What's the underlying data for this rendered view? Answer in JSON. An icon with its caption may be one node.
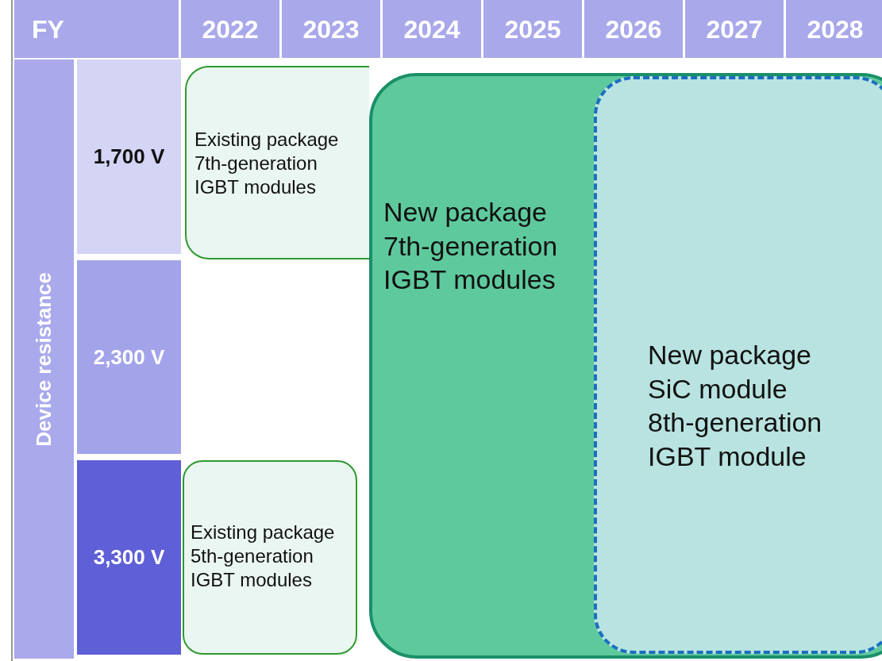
{
  "diagram": {
    "nodes": [
      {
        "text": [
          "FY"
        ]
      },
      {
        "text": [
          "2022"
        ]
      },
      {
        "text": [
          "2023"
        ]
      },
      {
        "text": [
          "2024"
        ]
      },
      {
        "text": [
          "2025"
        ]
      },
      {
        "text": [
          "2026"
        ]
      },
      {
        "text": [
          "2027"
        ]
      },
      {
        "text": [
          "2028"
        ]
      },
      {
        "text": [
          "Device resistance"
        ]
      },
      {
        "text": [
          "1,700 V"
        ]
      },
      {
        "text": [
          "2,300 V"
        ]
      },
      {
        "text": [
          "3,300 V"
        ]
      },
      {
        "text": [
          "Existing package",
          "7th-generation IGBT modules"
        ]
      },
      {
        "text": [
          "New package",
          "7th-generation IGBT modules"
        ]
      },
      {
        "text": [
          "New package",
          "SiC module",
          "8th-generation IGBT module"
        ],
        "in": 13
      },
      {
        "text": [
          "Existing package",
          "5th-generation IGBT modules"
        ]
      }
    ],
    "edges": []
  }
}
